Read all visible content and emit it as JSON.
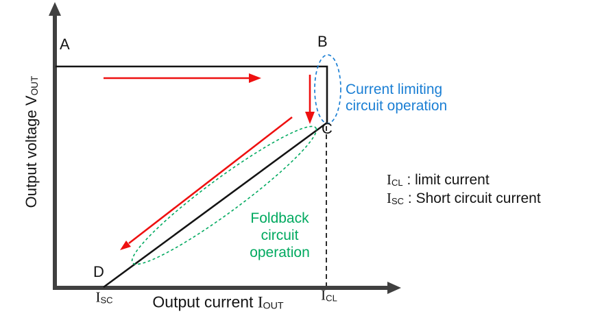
{
  "colors": {
    "axis_gray": "#404040",
    "line_black": "#141414",
    "red": "#ee1010",
    "blue": "#1b7fd4",
    "green": "#00a95f"
  },
  "y_axis": {
    "label": "Output voltage",
    "sym": "V",
    "sub": "OUT"
  },
  "x_axis": {
    "label": "Output current",
    "sym": "I",
    "sub": "OUT"
  },
  "points": {
    "a": "A",
    "b": "B",
    "c": "C",
    "d": "D"
  },
  "x_ticks": {
    "isc": {
      "sym": "I",
      "sub": "SC"
    },
    "icl": {
      "sym": "I",
      "sub": "CL"
    }
  },
  "annotations": {
    "current_limiting": {
      "text": "Current limiting circuit operation",
      "color": "#1b7fd4"
    },
    "foldback": {
      "text": "Foldback circuit operation",
      "color": "#00a95f"
    }
  },
  "legend": {
    "items": [
      {
        "sym": "I",
        "sub": "CL",
        "desc": " : limit current"
      },
      {
        "sym": "I",
        "sub": "SC",
        "desc": " : Short circuit current"
      }
    ]
  }
}
